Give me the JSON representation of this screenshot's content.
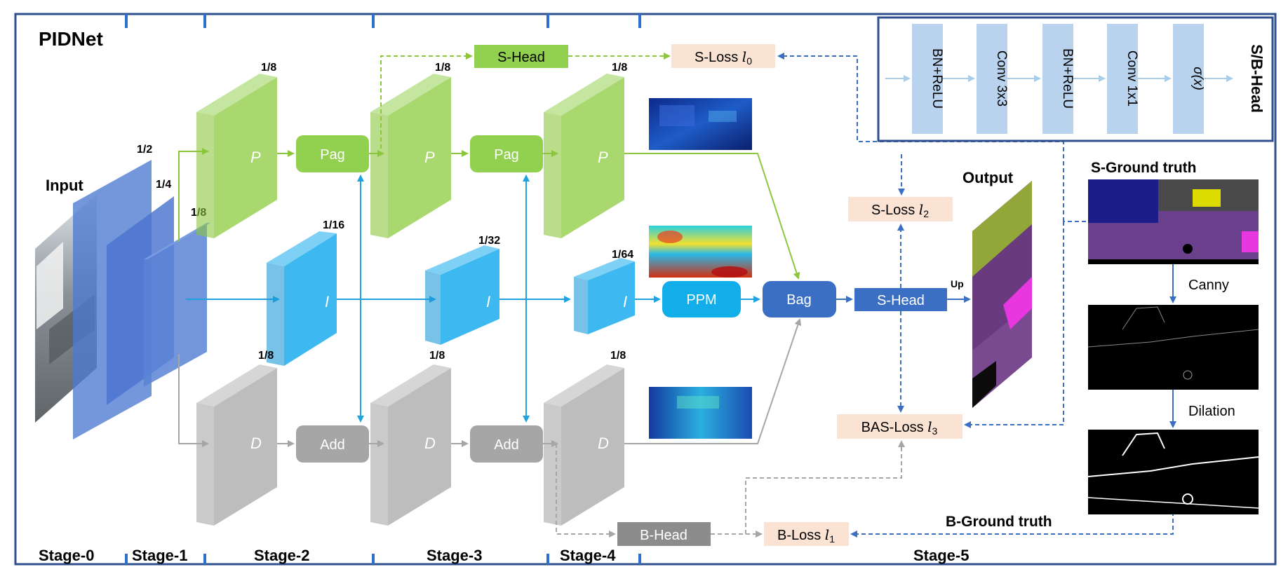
{
  "title": "PIDNet",
  "input_label": "Input",
  "output_label": "Output",
  "stages": [
    "Stage-0",
    "Stage-1",
    "Stage-2",
    "Stage-3",
    "Stage-4",
    "Stage-5"
  ],
  "scales": {
    "s1_2": "1/2",
    "s1_4": "1/4",
    "s1_8": "1/8",
    "p2": "1/8",
    "i2": "1/16",
    "d2": "1/8",
    "p3": "1/8",
    "i3": "1/32",
    "d3": "1/8",
    "p4": "1/8",
    "i4": "1/64",
    "d4": "1/8"
  },
  "branch_glyphs": {
    "p": "P",
    "i": "I",
    "d": "D"
  },
  "blocks": {
    "pag": "Pag",
    "add": "Add",
    "ppm": "PPM",
    "bag": "Bag",
    "s_head": "S-Head",
    "b_head": "B-Head",
    "up": "Up"
  },
  "losses": {
    "l0_prefix": "S-Loss ",
    "l0_var": "l",
    "l0_sub": "0",
    "l1_prefix": "B-Loss ",
    "l1_var": "l",
    "l1_sub": "1",
    "l2_prefix": "S-Loss ",
    "l2_var": "l",
    "l2_sub": "2",
    "l3_prefix": "BAS-Loss ",
    "l3_var": "l",
    "l3_sub": "3"
  },
  "legend": {
    "title": "S/B-Head",
    "layers": [
      "BN+ReLU",
      "Conv 3x3",
      "BN+ReLU",
      "Conv 1x1",
      "σ(x)"
    ]
  },
  "ground_truth": {
    "s_label": "S-Ground truth",
    "b_label": "B-Ground truth",
    "canny": "Canny",
    "dilation": "Dilation"
  },
  "colors": {
    "border": "#2f4f8f",
    "p_branch": "#92d050",
    "i_branch": "#22aaee",
    "d_branch": "#a6a6a6",
    "stem": "#4a72c8",
    "loss_bg": "#fbe3d4",
    "head_blue": "#3b6fc4",
    "legend_block": "#b9d3ef"
  }
}
